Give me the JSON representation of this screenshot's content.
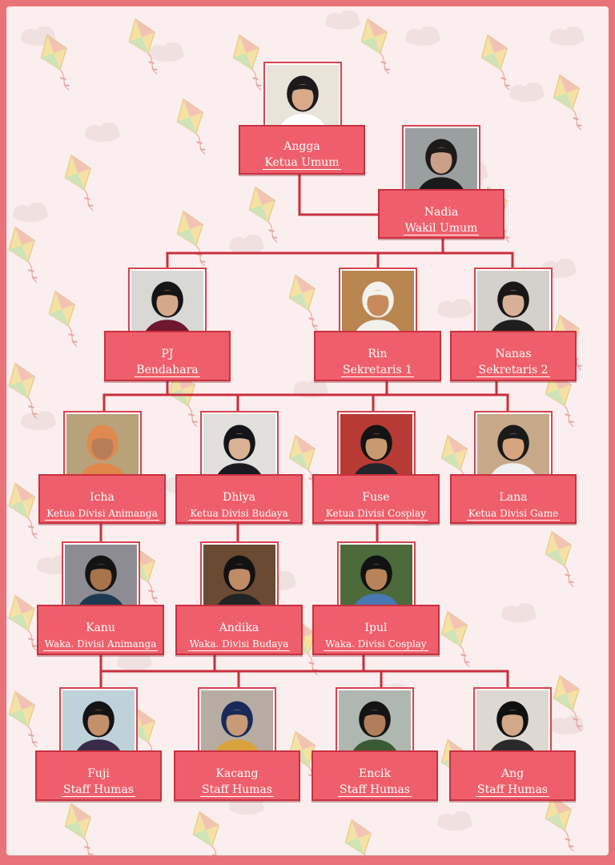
{
  "palette": {
    "frame": "#e8747a",
    "paper": "#fbeeee",
    "box": "#ef5f6b",
    "box_border": "#c8303e",
    "line": "#c8303e"
  },
  "members": {
    "angga": {
      "name": "Angga",
      "role": "Ketua Umum",
      "photo_bg": "#e9e3da",
      "shirt": "#ffffff",
      "hair": "#1c1a1a",
      "skin": "#d9a98a"
    },
    "nadia": {
      "name": "Nadia",
      "role": "Wakil Umum",
      "photo_bg": "#9aa0a0",
      "shirt": "#1a1a1a",
      "hair": "#1e1a1a",
      "skin": "#caa086"
    },
    "pj": {
      "name": "PJ",
      "role": "Bendahara",
      "photo_bg": "#d8d8d4",
      "shirt": "#6e1830",
      "hair": "#151515",
      "skin": "#d6a88a"
    },
    "rin": {
      "name": "Rin",
      "role": "Sekretaris 1",
      "photo_bg": "#b98550",
      "shirt": "#f2f0ea",
      "hair": "#f4f2ec",
      "skin": "#c88a5c"
    },
    "nanas": {
      "name": "Nanas",
      "role": "Sekretaris 2",
      "photo_bg": "#d4d0cb",
      "shirt": "#1e1e1e",
      "hair": "#1a1616",
      "skin": "#d8b098"
    },
    "icha": {
      "name": "Icha",
      "role": "Ketua Divisi Animanga",
      "photo_bg": "#b8a27a",
      "shirt": "#e0884c",
      "hair": "#e08a50",
      "skin": "#b57e56"
    },
    "dhiya": {
      "name": "Dhiya",
      "role": "Ketua Divisi Budaya",
      "photo_bg": "#e2e0dc",
      "shirt": "#1a1a22",
      "hair": "#141418",
      "skin": "#d9b194"
    },
    "fuse": {
      "name": "Fuse",
      "role": "Ketua Divisi Cosplay",
      "photo_bg": "#b83a34",
      "shirt": "#24242c",
      "hair": "#141414",
      "skin": "#c9996f"
    },
    "lana": {
      "name": "Lana",
      "role": "Ketua Divisi Game",
      "photo_bg": "#c7a98a",
      "shirt": "#f0f0f0",
      "hair": "#1a1a1a",
      "skin": "#d6a47e"
    },
    "kanu": {
      "name": "Kanu",
      "role": "Waka. Divisi Animanga",
      "photo_bg": "#8c8c92",
      "shirt": "#1e3a52",
      "hair": "#141414",
      "skin": "#a8744c"
    },
    "andika": {
      "name": "Andika",
      "role": "Waka. Divisi Budaya",
      "photo_bg": "#6a4a32",
      "shirt": "#232323",
      "hair": "#121212",
      "skin": "#c08c64"
    },
    "ipul": {
      "name": "Ipul",
      "role": "Waka. Divisi Cosplay",
      "photo_bg": "#4c6a3a",
      "shirt": "#4a78b2",
      "hair": "#121212",
      "skin": "#b88358"
    },
    "fuji": {
      "name": "Fuji",
      "role": "Staff Humas",
      "photo_bg": "#bfd2da",
      "shirt": "#3a2a4a",
      "hair": "#141414",
      "skin": "#c2906a"
    },
    "kacang": {
      "name": "Kacang",
      "role": "Staff Humas",
      "photo_bg": "#b6aca2",
      "shirt": "#d8a23c",
      "hair": "#1a2a58",
      "skin": "#c99a78"
    },
    "encik": {
      "name": "Encik",
      "role": "Staff Humas",
      "photo_bg": "#aeb8b0",
      "shirt": "#3a5a34",
      "hair": "#141414",
      "skin": "#b07e5a"
    },
    "ang": {
      "name": "Ang",
      "role": "Staff Humas",
      "photo_bg": "#ddd8d2",
      "shirt": "#2a2a2a",
      "hair": "#101010",
      "skin": "#d2a888"
    }
  }
}
